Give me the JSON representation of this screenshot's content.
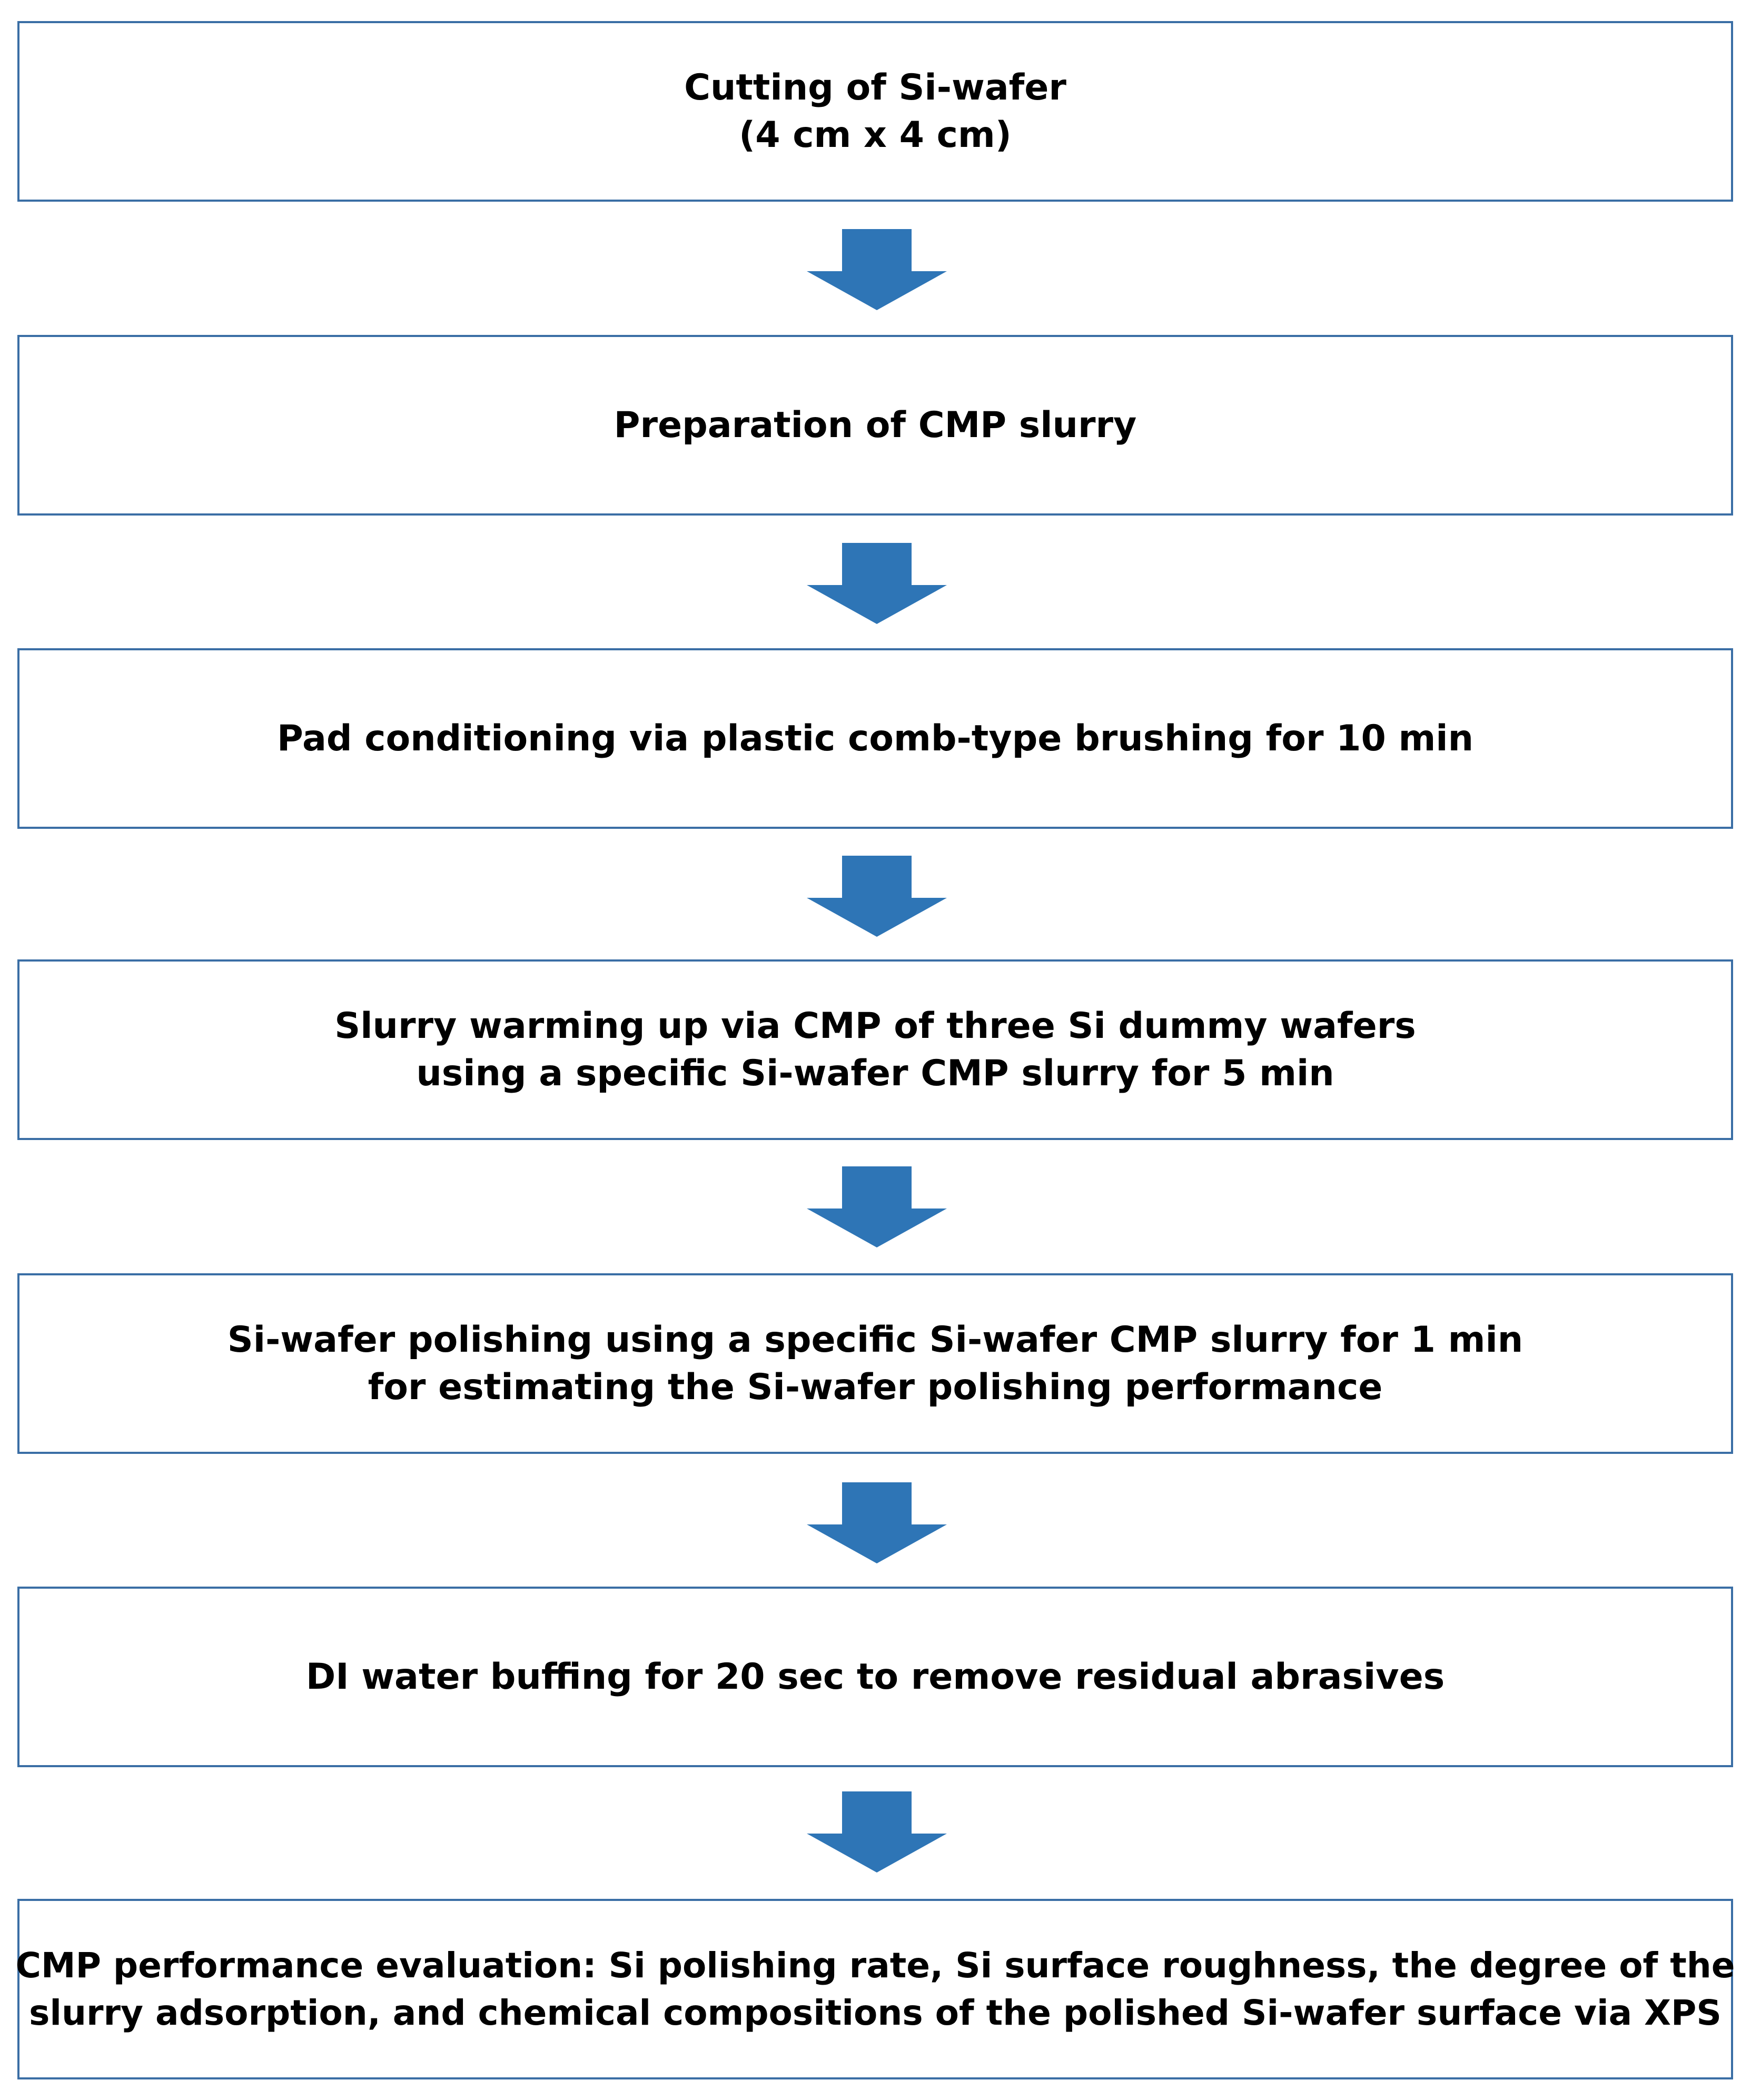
{
  "flowchart": {
    "arrow_color": "#2e75b6",
    "border_color": "#3a6ea5",
    "steps": [
      {
        "lines": [
          "Cutting of Si-wafer",
          "(4 cm x 4 cm)"
        ]
      },
      {
        "lines": [
          "Preparation of CMP slurry"
        ]
      },
      {
        "lines": [
          "Pad conditioning via plastic comb-type brushing for 10 min"
        ]
      },
      {
        "lines": [
          "Slurry warming up via CMP of three Si dummy wafers",
          "using a specific Si-wafer CMP slurry for 5 min"
        ]
      },
      {
        "lines": [
          "Si-wafer polishing using a specific Si-wafer CMP slurry for 1 min",
          "for estimating the Si-wafer polishing performance"
        ]
      },
      {
        "lines": [
          "DI water buffing for 20 sec to remove residual abrasives"
        ]
      },
      {
        "lines": [
          "CMP performance evaluation: Si polishing rate, Si surface roughness, the degree of the",
          "slurry adsorption, and chemical compositions of the polished Si-wafer surface via XPS"
        ]
      }
    ]
  }
}
